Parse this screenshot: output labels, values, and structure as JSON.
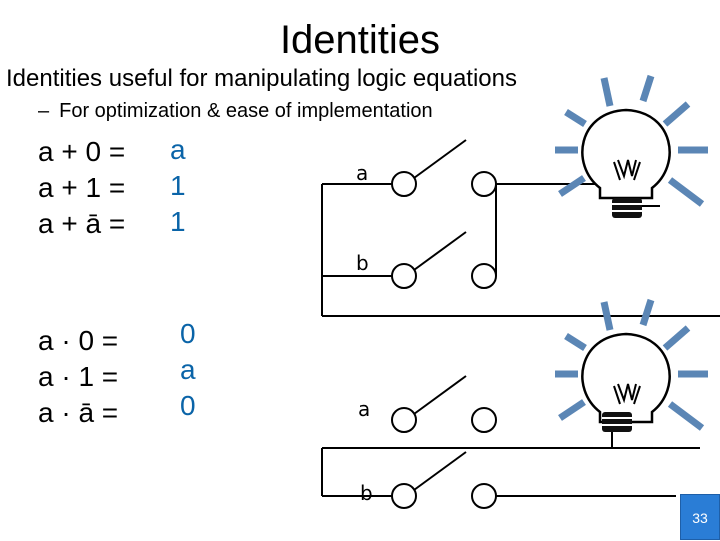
{
  "slide": {
    "title": "Identities",
    "bullet": "Identities useful for manipulating logic equations",
    "sub_bullet_dash": "–",
    "sub_bullet": "For optimization & ease of implementation",
    "page_number": "33"
  },
  "or_identities": [
    {
      "expr": "a + 0 =",
      "result": "a"
    },
    {
      "expr": "a + 1 =",
      "result": "1"
    },
    {
      "expr": "a + ā =",
      "result": "1"
    }
  ],
  "and_identities": [
    {
      "expr": "a · 0  =",
      "result": "0"
    },
    {
      "expr": "a · 1  =",
      "result": "a"
    },
    {
      "expr": "a · ā  =",
      "result": "0"
    }
  ],
  "circuits": {
    "parallel": {
      "switch_a": "a",
      "switch_b": "b"
    },
    "series": {
      "switch_a": "a",
      "switch_b": "b"
    }
  },
  "colors": {
    "result_blue": "#0a64a8",
    "ray_blue": "#5b86b5",
    "page_badge": "#2a7dd6"
  }
}
